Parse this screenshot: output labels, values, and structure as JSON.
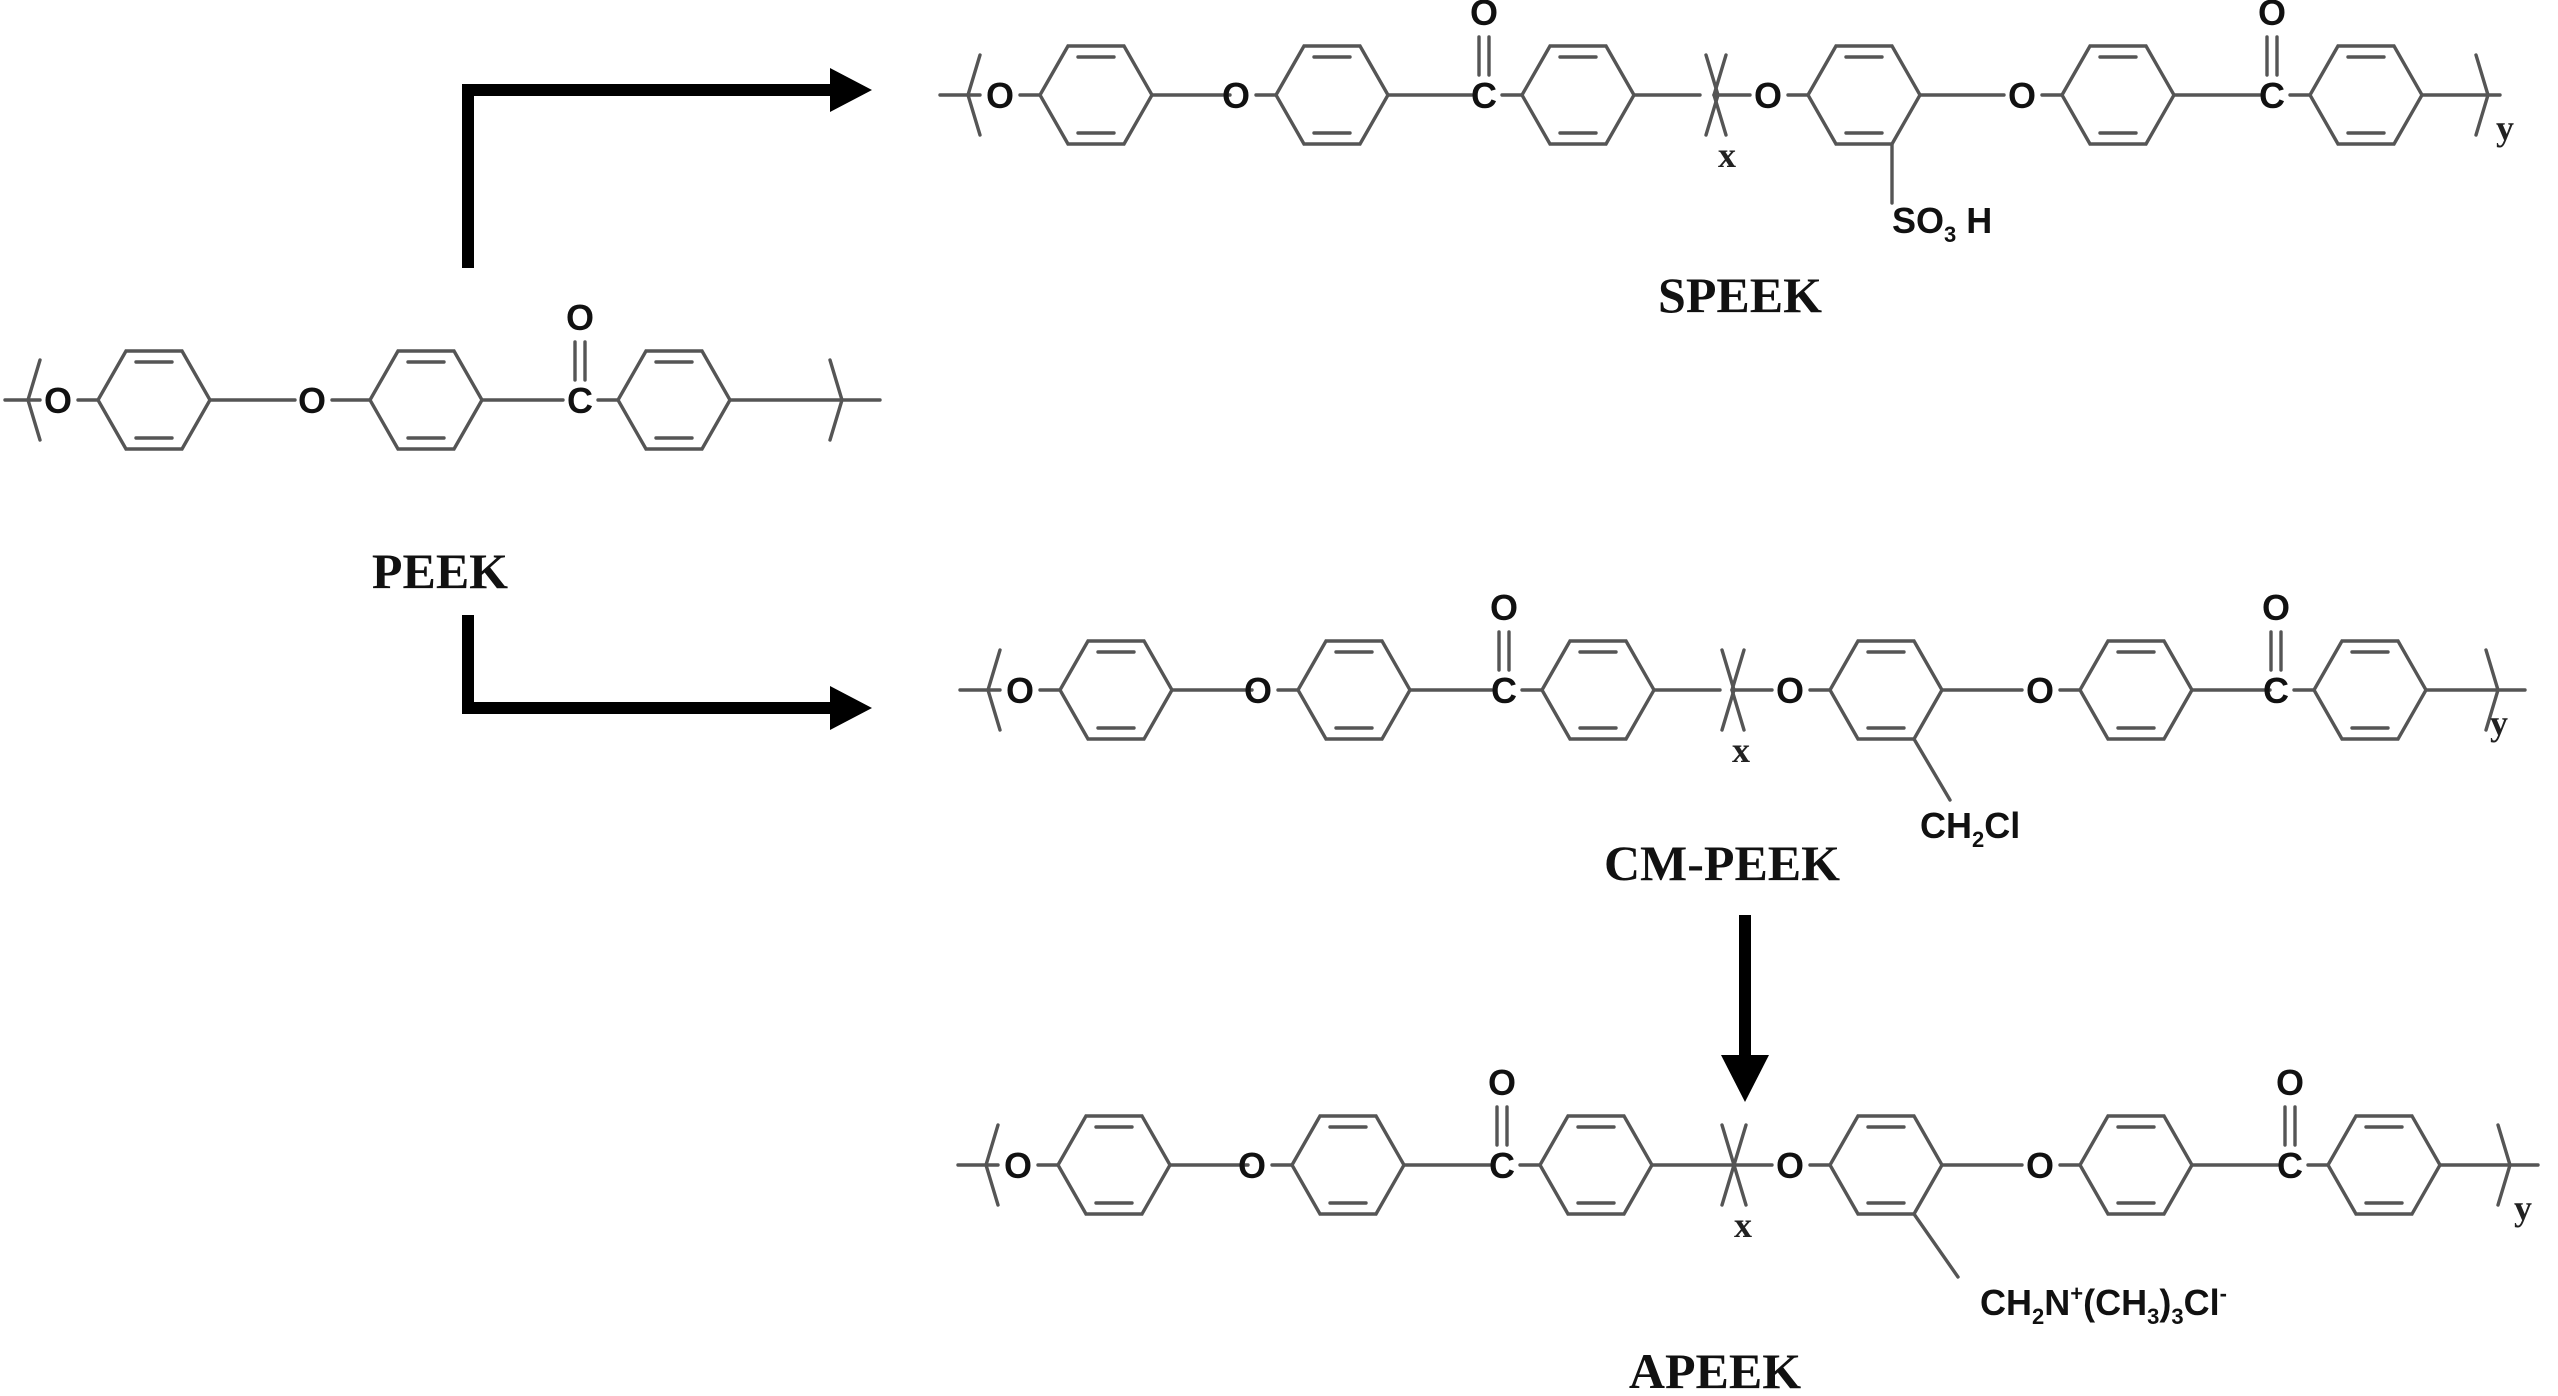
{
  "atoms": {
    "oxygen": "O",
    "carbon": "C"
  },
  "repeat_index": {
    "x": "x",
    "y": "y"
  },
  "compounds": {
    "peek": {
      "name": "PEEK"
    },
    "speek": {
      "name": "SPEEK",
      "substituent_main": "SO",
      "substituent_sub": "3",
      "substituent_tail": " H"
    },
    "cmpeek": {
      "name": "CM-PEEK",
      "substituent_main": "CH",
      "substituent_sub": "2",
      "substituent_tail": "Cl"
    },
    "apeek": {
      "name": "APEEK",
      "substituent_main": "CH",
      "substituent_sub": "2",
      "substituent_mid": "N",
      "substituent_charge": "+",
      "substituent_mid2": "(CH",
      "substituent_sub2": "3",
      "substituent_mid3": ")",
      "substituent_sub3": "3",
      "substituent_end": "Cl",
      "substituent_charge2": "-"
    }
  },
  "colors": {
    "bond": "#555555",
    "arrow": "#000000",
    "text": "#111111"
  }
}
